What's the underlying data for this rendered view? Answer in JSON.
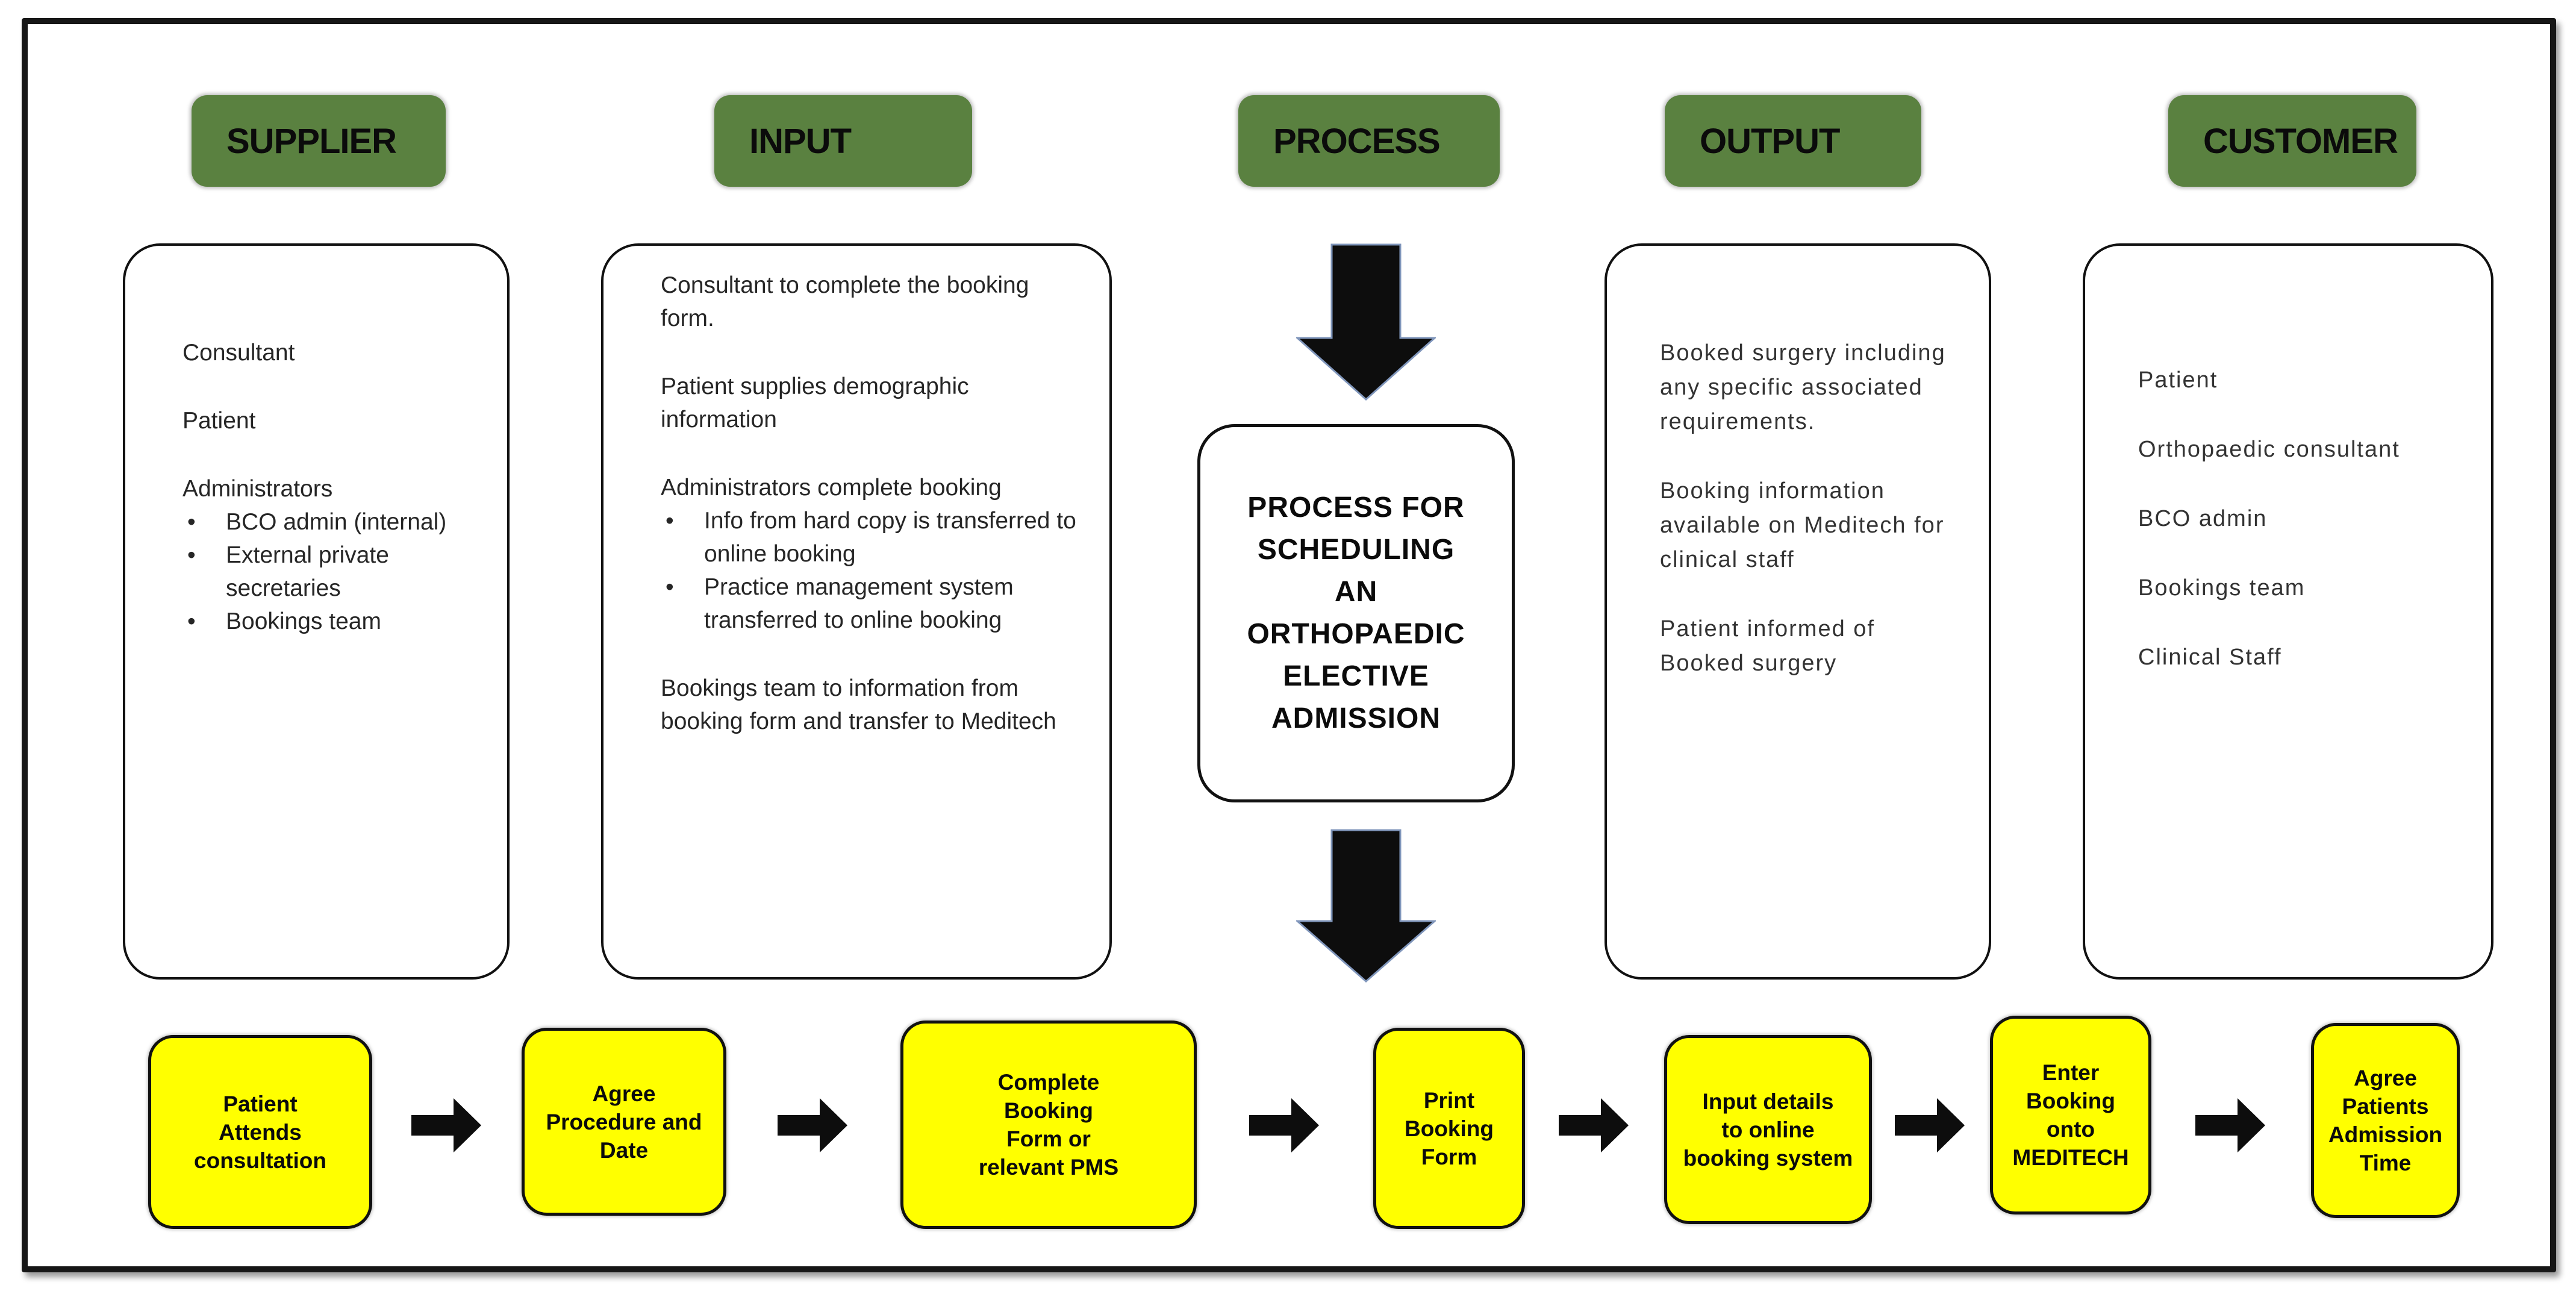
{
  "colors": {
    "header_green": "#5a8140",
    "step_yellow": "#ffff00",
    "box_border": "#111111",
    "arrow_black": "#0d0d0d"
  },
  "headers": {
    "supplier": "SUPPLIER",
    "input": "INPUT",
    "process": "PROCESS",
    "output": "OUTPUT",
    "customer": "CUSTOMER"
  },
  "supplier_box": {
    "paragraphs": [
      "Consultant",
      "Patient",
      "Administrators"
    ],
    "bullets": [
      "BCO admin (internal)",
      "External private secretaries",
      "Bookings team"
    ]
  },
  "input_box": {
    "paragraphs": [
      "Consultant to complete the booking form.",
      "Patient supplies demographic information",
      "Administrators complete booking",
      "Bookings team to information from booking form and transfer to Meditech"
    ],
    "bullets": [
      "Info from hard copy is transferred to online booking",
      "Practice management system transferred to online booking"
    ]
  },
  "process_box": {
    "lines": [
      "PROCESS FOR",
      "SCHEDULING",
      "AN",
      "ORTHOPAEDIC",
      "ELECTIVE",
      "ADMISSION"
    ]
  },
  "output_box": {
    "paragraphs": [
      "Booked surgery including any specific associated requirements.",
      "Booking information available on Meditech for clinical staff",
      "Patient informed of Booked surgery"
    ]
  },
  "customer_box": {
    "items": [
      "Patient",
      "Orthopaedic consultant",
      "BCO admin",
      "Bookings team",
      "Clinical Staff"
    ]
  },
  "steps": [
    {
      "lines": [
        "Patient",
        "Attends",
        "consultation"
      ]
    },
    {
      "lines": [
        "Agree",
        "Procedure and",
        "Date"
      ]
    },
    {
      "lines": [
        "Complete",
        "Booking",
        "Form or",
        "relevant PMS"
      ]
    },
    {
      "lines": [
        "Print",
        "Booking",
        "Form"
      ]
    },
    {
      "lines": [
        "Input details",
        "to online",
        "booking system"
      ]
    },
    {
      "lines": [
        "Enter",
        "Booking",
        "onto",
        "MEDITECH"
      ]
    },
    {
      "lines": [
        "Agree",
        "Patients",
        "Admission",
        "Time"
      ]
    }
  ]
}
